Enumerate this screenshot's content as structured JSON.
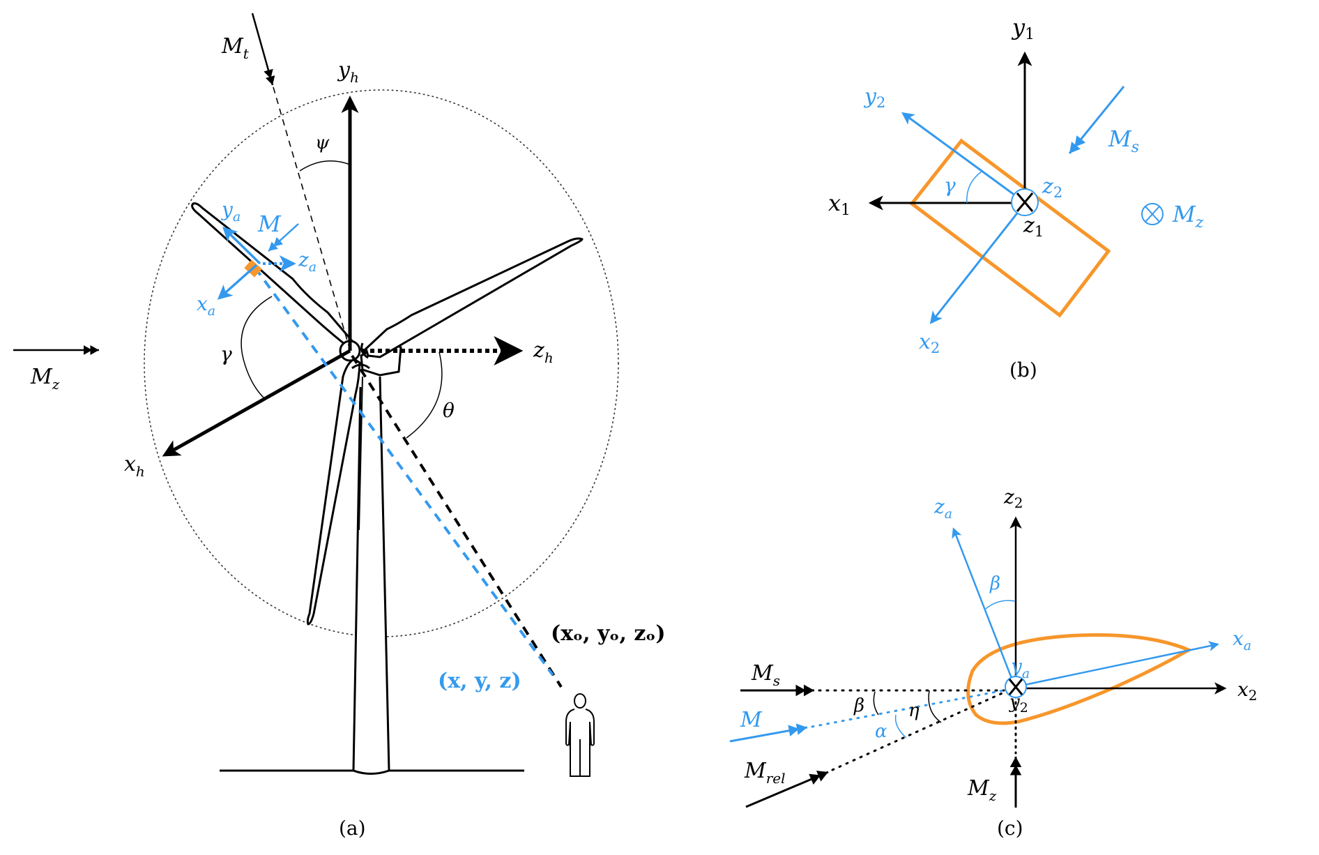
{
  "colors": {
    "black": "#000000",
    "blue": "#3399ee",
    "orange": "#f7962b"
  },
  "panel_a": {
    "caption": "(a)",
    "labels": {
      "Mt": {
        "base": "M",
        "sub": "t"
      },
      "yh": {
        "base": "y",
        "sub": "h"
      },
      "psi": "ψ",
      "ya": {
        "base": "y",
        "sub": "a"
      },
      "M": "M",
      "za": {
        "base": "z",
        "sub": "a"
      },
      "xa": {
        "base": "x",
        "sub": "a"
      },
      "gamma": "γ",
      "Mz": {
        "base": "M",
        "sub": "z"
      },
      "zh": {
        "base": "z",
        "sub": "h"
      },
      "theta": "θ",
      "xh": {
        "base": "x",
        "sub": "h"
      },
      "observer_coords": "(xₒ, yₒ, zₒ)",
      "observer_coords_base": [
        "x",
        "y",
        "z"
      ],
      "observer_coords_sub": "o",
      "source_coords": "(x, y, z)"
    }
  },
  "panel_b": {
    "caption": "(b)",
    "labels": {
      "y1": {
        "base": "y",
        "sub": "1"
      },
      "y2": {
        "base": "y",
        "sub": "2"
      },
      "Ms": {
        "base": "M",
        "sub": "s"
      },
      "x1": {
        "base": "x",
        "sub": "1"
      },
      "gamma": "γ",
      "z2": {
        "base": "z",
        "sub": "2"
      },
      "z1": {
        "base": "z",
        "sub": "1"
      },
      "x2": {
        "base": "x",
        "sub": "2"
      },
      "Mz": {
        "base": "M",
        "sub": "z"
      },
      "into_page_symbol": "⊗"
    }
  },
  "panel_c": {
    "caption": "(c)",
    "labels": {
      "za": {
        "base": "z",
        "sub": "a"
      },
      "z2": {
        "base": "z",
        "sub": "2"
      },
      "beta_top": "β",
      "xa": {
        "base": "x",
        "sub": "a"
      },
      "ya": {
        "base": "y",
        "sub": "a"
      },
      "x2": {
        "base": "x",
        "sub": "2"
      },
      "y2": {
        "base": "y",
        "sub": "2"
      },
      "Ms": {
        "base": "M",
        "sub": "s"
      },
      "M": "M",
      "Mrel": {
        "base": "M",
        "sub": "rel"
      },
      "beta": "β",
      "eta": "η",
      "alpha": "α",
      "Mz": {
        "base": "M",
        "sub": "z"
      }
    }
  }
}
